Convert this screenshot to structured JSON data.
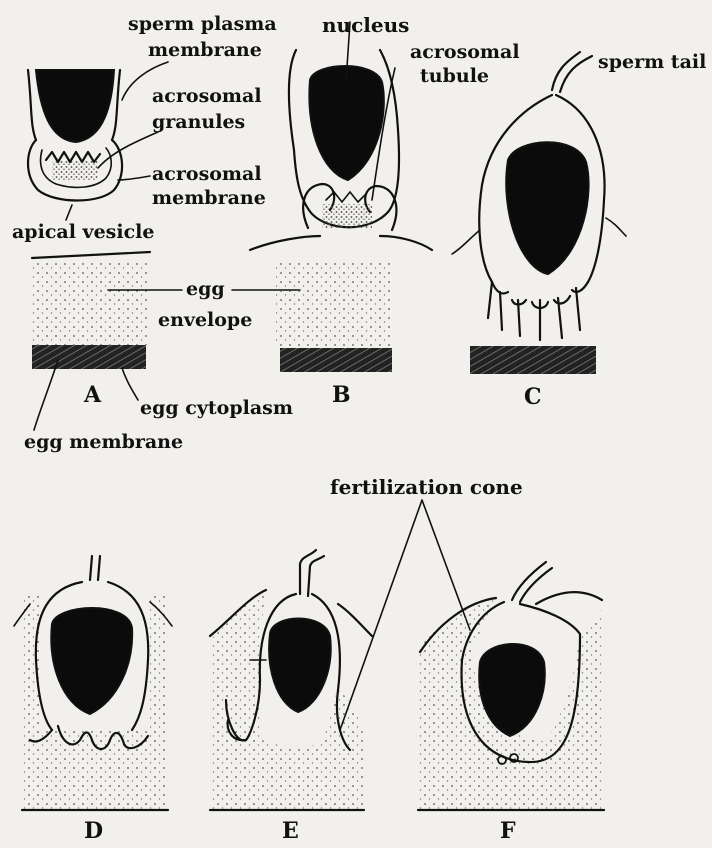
{
  "labels": {
    "sperm_plasma_membrane_1": "sperm plasma",
    "sperm_plasma_membrane_2": "membrane",
    "nucleus": "nucleus",
    "acrosomal_tubule_1": "acrosomal",
    "acrosomal_tubule_2": "tubule",
    "sperm_tail": "sperm tail",
    "acrosomal_granules_1": "acrosomal",
    "acrosomal_granules_2": "granules",
    "acrosomal_membrane_1": "acrosomal",
    "acrosomal_membrane_2": "membrane",
    "apical_vesicle": "apical vesicle",
    "egg_envelope_1": "egg",
    "egg_envelope_2": "envelope",
    "egg_cytoplasm": "egg cytoplasm",
    "egg_membrane": "egg membrane",
    "fertilization_cone": "fertilization cone"
  },
  "panels": [
    "A",
    "B",
    "C",
    "D",
    "E",
    "F"
  ]
}
